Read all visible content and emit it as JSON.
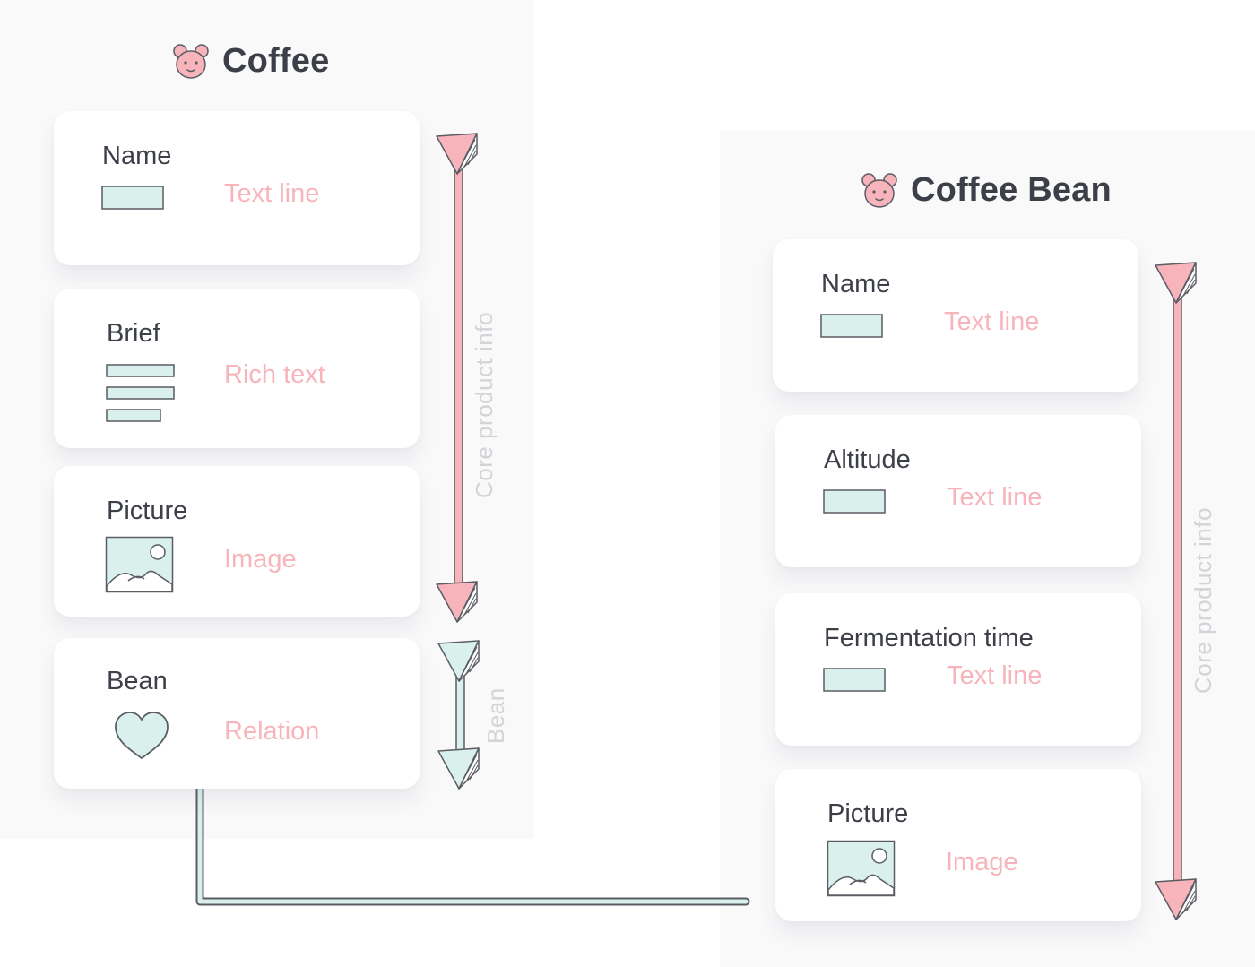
{
  "colors": {
    "accent_pink": "#f7b4bb",
    "accent_mint": "#d9f0ec",
    "outline": "#5a5c63",
    "panel_bg": "#f9f9fa",
    "label_dark": "#3d3f48",
    "group_label": "#d3d4d8"
  },
  "coffee": {
    "title": "Coffee",
    "title_icon": "bear-face-icon",
    "fields": [
      {
        "label": "Name",
        "type": "Text line",
        "icon": "text-line-icon"
      },
      {
        "label": "Brief",
        "type": "Rich text",
        "icon": "rich-text-icon"
      },
      {
        "label": "Picture",
        "type": "Image",
        "icon": "image-icon"
      },
      {
        "label": "Bean",
        "type": "Relation",
        "icon": "heart-icon"
      }
    ],
    "groups": [
      {
        "label": "Core product info",
        "color": "pink"
      },
      {
        "label": "Bean",
        "color": "mint"
      }
    ]
  },
  "coffee_bean": {
    "title": "Coffee Bean",
    "title_icon": "bear-face-icon",
    "fields": [
      {
        "label": "Name",
        "type": "Text line",
        "icon": "text-line-icon"
      },
      {
        "label": "Altitude",
        "type": "Text line",
        "icon": "text-line-icon"
      },
      {
        "label": "Fermentation time",
        "type": "Text line",
        "icon": "text-line-icon"
      },
      {
        "label": "Picture",
        "type": "Image",
        "icon": "image-icon"
      }
    ],
    "groups": [
      {
        "label": "Core product info",
        "color": "pink"
      }
    ]
  }
}
